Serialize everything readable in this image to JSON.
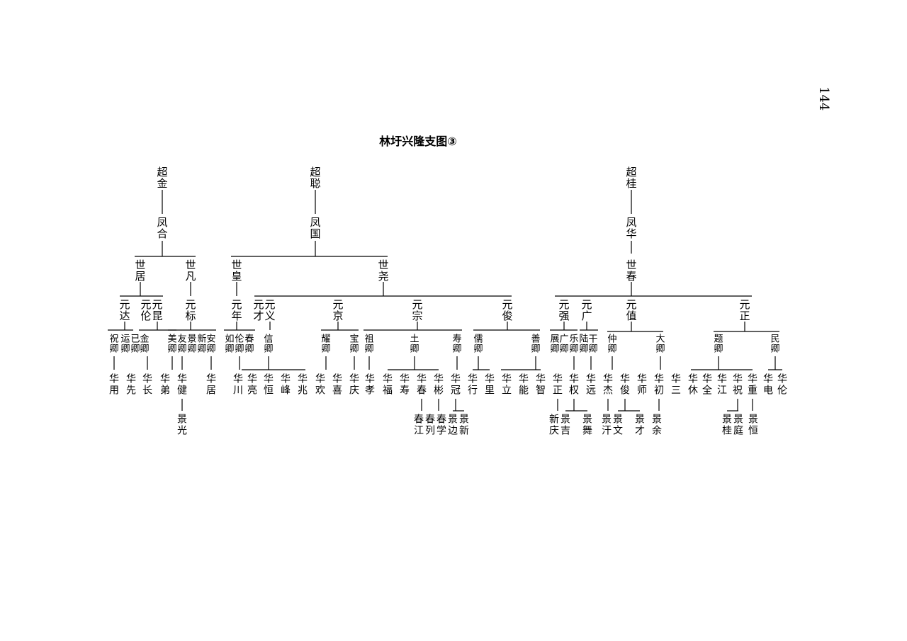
{
  "page": {
    "number": "144",
    "title": "林圩兴隆支图③"
  },
  "people": {
    "chao_jin": "超金",
    "chao_cong": "超聪",
    "chao_gui": "超桂",
    "feng_he": "凤合",
    "feng_guo": "凤国",
    "feng_hua": "凤华",
    "shi_ju": "世居",
    "shi_fan": "世凡",
    "shi_huang": "世皇",
    "shi_yao": "世尧",
    "shi_chun": "世春",
    "yuan_da": "元达",
    "yuan_lun": "元伦",
    "yuan_kun": "元昆",
    "yuan_biao": "元标",
    "yuan_nian": "元年",
    "yuan_cai": "元才",
    "yuan_yi": "元义",
    "yuan_jing": "元京",
    "yuan_zong": "元宗",
    "yuan_jun": "元俊",
    "yuan_qiang": "元强",
    "yuan_guang": "元广",
    "yuan_zhi": "元值",
    "yuan_zheng": "元正",
    "zhu_qing": "祝卿",
    "yun_qing": "运卿",
    "ji_qing": "已卿",
    "jin_qing": "金卿",
    "mei_qing": "美卿",
    "you_qing": "友卿",
    "jing_qing": "景卿",
    "xin_qing": "新卿",
    "an_qing": "安卿",
    "ru_qing": "如卿",
    "lun_qing": "伦卿",
    "chun_qing": "春卿",
    "xin2_qing": "信卿",
    "yao2_qing": "耀卿",
    "bao_qing": "宝卿",
    "zu_qing": "祖卿",
    "tu_qing": "土卿",
    "shou_qing": "寿卿",
    "ru2_qing": "儒卿",
    "shan_qing": "善卿",
    "zhan_qing": "展卿",
    "guang2_qing": "广卿",
    "le_qing": "乐卿",
    "lu_qing": "陆卿",
    "qian_qing": "干卿",
    "zhong_qing": "仲卿",
    "da_qing": "大卿",
    "ti_qing": "题卿",
    "min_qing": "民卿",
    "h_yong": "华用",
    "h_xian": "华先",
    "h_chang": "华长",
    "h_di": "华弟",
    "h_jian": "华健",
    "h_ju": "华居",
    "h_chuan": "华川",
    "h_liang": "华亮",
    "h_heng": "华恒",
    "h_feng": "华峰",
    "h_zhao": "华兆",
    "h_huan": "华欢",
    "h_xi": "华喜",
    "h_qing": "华庆",
    "h_xiao": "华孝",
    "h_fu": "华福",
    "h_shou": "华寿",
    "h_chun": "华春",
    "h_bin": "华彬",
    "h_guan": "华冠",
    "h_xing": "华行",
    "h_li": "华里",
    "h_li2": "华立",
    "h_neng": "华能",
    "h_zhi": "华智",
    "h_zheng": "华正",
    "h_quan": "华权",
    "h_yuan": "华远",
    "h_jie": "华杰",
    "h_jun": "华俊",
    "h_shi": "华师",
    "h_chu": "华初",
    "h_san": "华三",
    "h_xiu": "华休",
    "h_quan2": "华全",
    "h_jiang": "华江",
    "h_zhu": "华祝",
    "h_zhong": "华重",
    "h_dian": "华电",
    "h_lun": "华伦",
    "jg_guang": "景光",
    "c_jiang": "春江",
    "c_lie": "春列",
    "c_xue": "春学",
    "j_bian": "景边",
    "j_xin": "景新",
    "x_qing": "新庆",
    "j_ji": "景吉",
    "j_wu": "景舞",
    "j_han": "景汗",
    "j_wen": "景文",
    "j_cai": "景才",
    "j_yu": "景余",
    "j_gui": "景桂",
    "j_ting": "景庭",
    "j_heng": "景恒"
  }
}
